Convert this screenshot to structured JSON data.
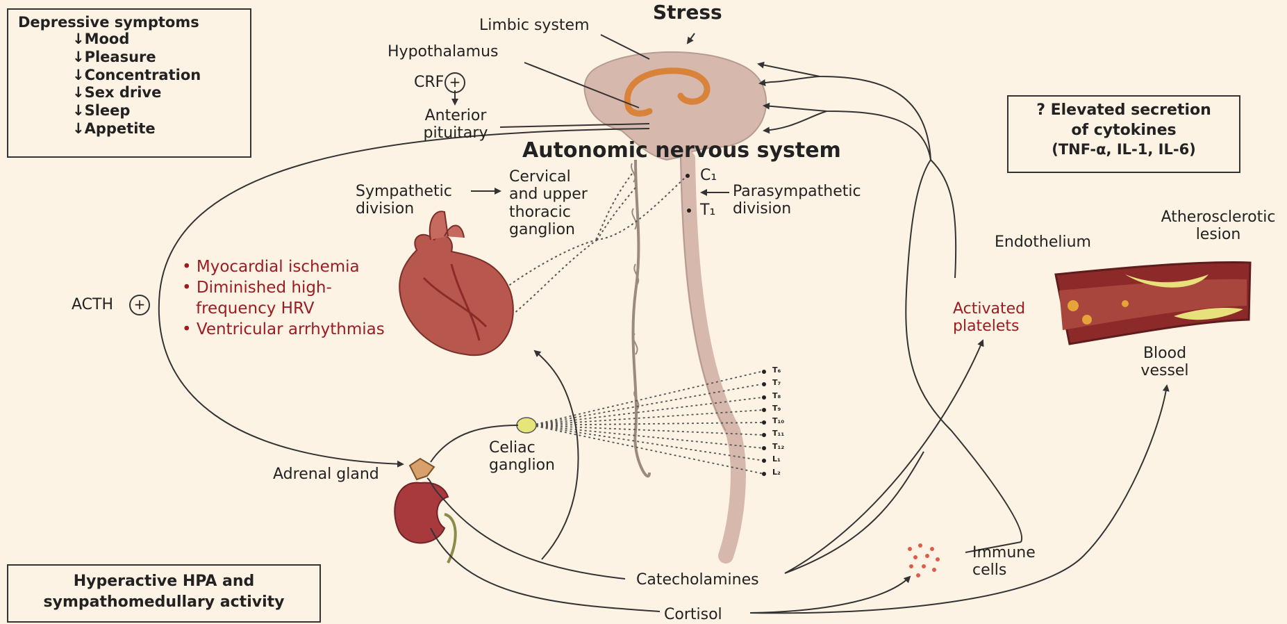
{
  "depressive_box": {
    "title": "Depressive symptoms",
    "items": [
      "↓Mood",
      "↓Pleasure",
      "↓Concentration",
      "↓Sex drive",
      "↓Sleep",
      "↓Appetite"
    ]
  },
  "stress": "Stress",
  "limbic_system": "Limbic system",
  "hypothalamus": "Hypothalamus",
  "crf": "CRF",
  "plus": "+",
  "anterior_pituitary": [
    "Anterior",
    "pituitary"
  ],
  "ans_title": "Autonomic nervous system",
  "sympathetic": [
    "Sympathetic",
    "division"
  ],
  "cervical": [
    "Cervical",
    "and upper",
    "thoracic",
    "ganglion"
  ],
  "parasympathetic": [
    "Parasympathetic",
    "division"
  ],
  "c1": "C₁",
  "t1": "T₁",
  "spinal_levels": [
    "T₆",
    "T₇",
    "T₈",
    "T₉",
    "T₁₀",
    "T₁₁",
    "T₁₂",
    "L₁",
    "L₂"
  ],
  "cardiac_effects": [
    "• Myocardial ischemia",
    "• Diminished high-",
    "frequency HRV",
    "• Ventricular arrhythmias"
  ],
  "acth": "ACTH",
  "cytokine_box": [
    "? Elevated secretion",
    "of cytokines",
    "(TNF-α, IL-1, IL-6)"
  ],
  "endothelium": "Endothelium",
  "atherosclerotic": [
    "Atherosclerotic",
    "lesion"
  ],
  "activated_platelets": [
    "Activated",
    "platelets"
  ],
  "blood_vessel": [
    "Blood",
    "vessel"
  ],
  "celiac": [
    "Celiac",
    "ganglion"
  ],
  "adrenal": "Adrenal gland",
  "immune": [
    "Immune",
    "cells"
  ],
  "catecholamines": "Catecholamines",
  "cortisol": "Cortisol",
  "hpa_box": [
    "Hyperactive HPA and",
    "sympathomedullary activity"
  ],
  "colors": {
    "background": "#fdf3e4",
    "label_red": "#9b1c22",
    "brain": "#d7b8ad",
    "limbic": "#d9823a",
    "heart": "#b8574d",
    "kidney": "#a83a3e",
    "vessel": "#8c2a2a",
    "lesion": "#e8e07a"
  }
}
